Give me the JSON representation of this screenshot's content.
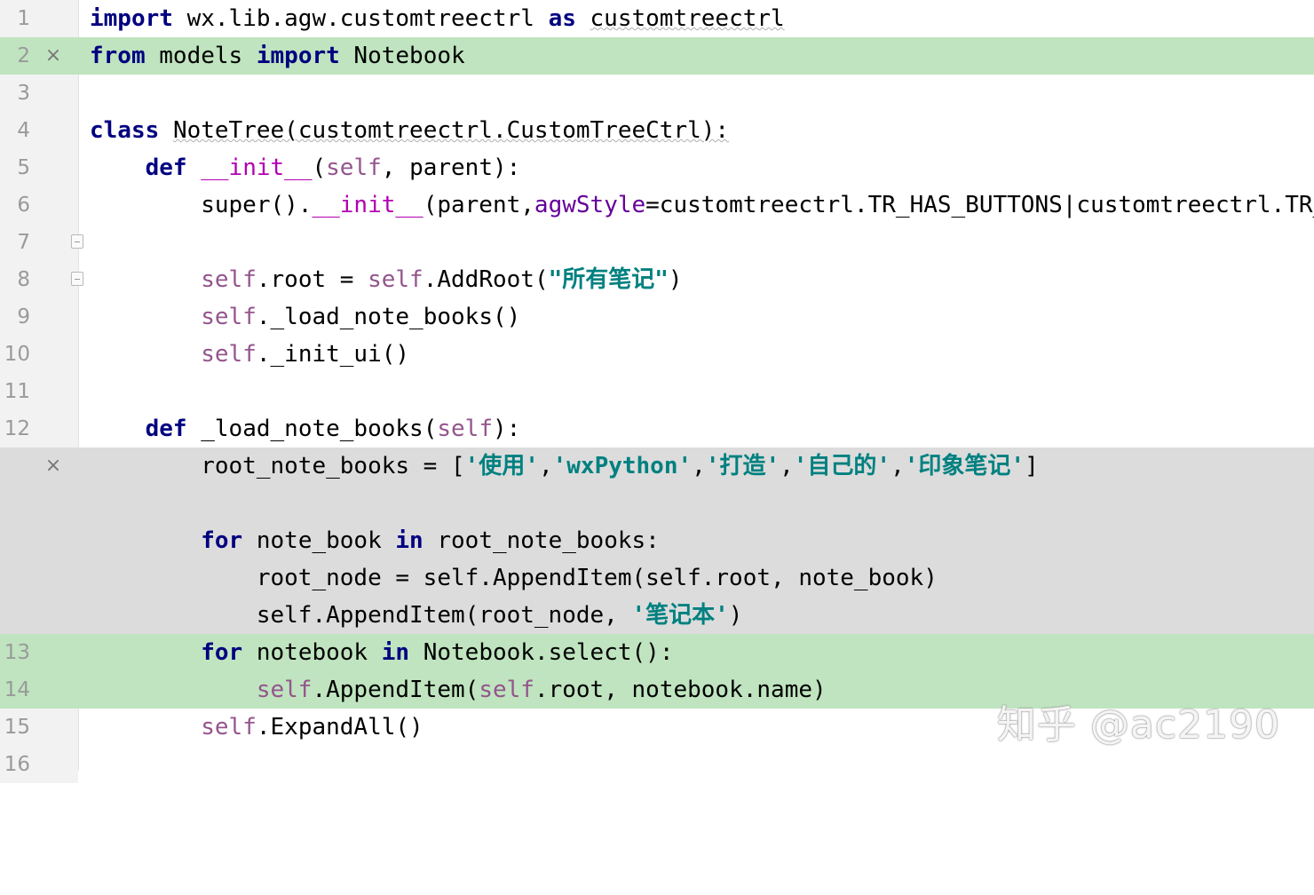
{
  "editor": {
    "lines": [
      {
        "num": "1",
        "tokens": [
          {
            "t": "import",
            "c": "kw"
          },
          {
            "t": " wx.lib.agw.customtreectrl "
          },
          {
            "t": "as",
            "c": "kw"
          },
          {
            "t": " "
          },
          {
            "t": "customtreectrl",
            "c": "wavy"
          }
        ]
      },
      {
        "num": "2",
        "tokens": [
          {
            "t": "from",
            "c": "kw"
          },
          {
            "t": " models "
          },
          {
            "t": "import",
            "c": "kw"
          },
          {
            "t": " Notebook"
          }
        ]
      },
      {
        "num": "3",
        "tokens": []
      },
      {
        "num": "4",
        "tokens": [
          {
            "t": "class",
            "c": "kw"
          },
          {
            "t": " "
          },
          {
            "t": "NoteTree(customtreectrl.CustomTreeCtrl):",
            "c": "wavy"
          }
        ]
      },
      {
        "num": "5",
        "tokens": [
          {
            "t": "    "
          },
          {
            "t": "def",
            "c": "kw"
          },
          {
            "t": " "
          },
          {
            "t": "__init__",
            "c": "magic"
          },
          {
            "t": "("
          },
          {
            "t": "self",
            "c": "self"
          },
          {
            "t": ", parent):"
          }
        ]
      },
      {
        "num": "6",
        "tokens": [
          {
            "t": "        super()."
          },
          {
            "t": "__init__",
            "c": "magic"
          },
          {
            "t": "(parent,"
          },
          {
            "t": "agwStyle",
            "c": "param"
          },
          {
            "t": "=customtreectrl.TR_HAS_BUTTONS|customtreectrl.TR_"
          }
        ]
      },
      {
        "num": "7",
        "tokens": []
      },
      {
        "num": "8",
        "tokens": [
          {
            "t": "        "
          },
          {
            "t": "self",
            "c": "self"
          },
          {
            "t": ".root = "
          },
          {
            "t": "self",
            "c": "self"
          },
          {
            "t": ".AddRoot("
          },
          {
            "t": "\"所有笔记\"",
            "c": "str2"
          },
          {
            "t": ")"
          }
        ]
      },
      {
        "num": "9",
        "tokens": [
          {
            "t": "        "
          },
          {
            "t": "self",
            "c": "self"
          },
          {
            "t": "._load_note_books()"
          }
        ]
      },
      {
        "num": "10",
        "tokens": [
          {
            "t": "        "
          },
          {
            "t": "self",
            "c": "self"
          },
          {
            "t": "._init_ui()"
          }
        ]
      },
      {
        "num": "11",
        "tokens": []
      },
      {
        "num": "12",
        "tokens": [
          {
            "t": "    "
          },
          {
            "t": "def",
            "c": "kw"
          },
          {
            "t": " _load_note_books("
          },
          {
            "t": "self",
            "c": "self"
          },
          {
            "t": "):"
          }
        ]
      },
      {
        "num": "",
        "tokens": [
          {
            "t": "        root_note_books = ["
          },
          {
            "t": "'使用'",
            "c": "str2"
          },
          {
            "t": ","
          },
          {
            "t": "'wxPython'",
            "c": "str2"
          },
          {
            "t": ","
          },
          {
            "t": "'打造'",
            "c": "str2"
          },
          {
            "t": ","
          },
          {
            "t": "'自己的'",
            "c": "str2"
          },
          {
            "t": ","
          },
          {
            "t": "'印象笔记'",
            "c": "str2"
          },
          {
            "t": "]"
          }
        ]
      },
      {
        "num": "",
        "tokens": []
      },
      {
        "num": "",
        "tokens": [
          {
            "t": "        "
          },
          {
            "t": "for",
            "c": "kw"
          },
          {
            "t": " note_book "
          },
          {
            "t": "in",
            "c": "kw"
          },
          {
            "t": " root_note_books:"
          }
        ]
      },
      {
        "num": "",
        "tokens": [
          {
            "t": "            root_node = self.AppendItem(self.root, note_book)"
          }
        ]
      },
      {
        "num": "",
        "tokens": [
          {
            "t": "            self.AppendItem(root_node, "
          },
          {
            "t": "'笔记本'",
            "c": "str2"
          },
          {
            "t": ")"
          }
        ]
      },
      {
        "num": "13",
        "tokens": [
          {
            "t": "        "
          },
          {
            "t": "for",
            "c": "kw"
          },
          {
            "t": " notebook "
          },
          {
            "t": "in",
            "c": "kw"
          },
          {
            "t": " Notebook.select():"
          }
        ]
      },
      {
        "num": "14",
        "tokens": [
          {
            "t": "            "
          },
          {
            "t": "self",
            "c": "self"
          },
          {
            "t": ".AppendItem("
          },
          {
            "t": "self",
            "c": "self"
          },
          {
            "t": ".root, notebook.name)"
          }
        ]
      },
      {
        "num": "15",
        "tokens": [
          {
            "t": "        "
          },
          {
            "t": "self",
            "c": "self"
          },
          {
            "t": ".ExpandAll()"
          }
        ]
      },
      {
        "num": "16",
        "tokens": []
      }
    ],
    "revert_icon": "×",
    "fold_icons": [
      "fold-start-icon",
      "fold-end-icon"
    ]
  },
  "watermark": "知乎 @ac2190",
  "colors": {
    "added_bg": "#bfe4bf",
    "removed_bg": "#dcdcdc",
    "keyword": "#000080",
    "self": "#94558d",
    "string": "#008080"
  }
}
